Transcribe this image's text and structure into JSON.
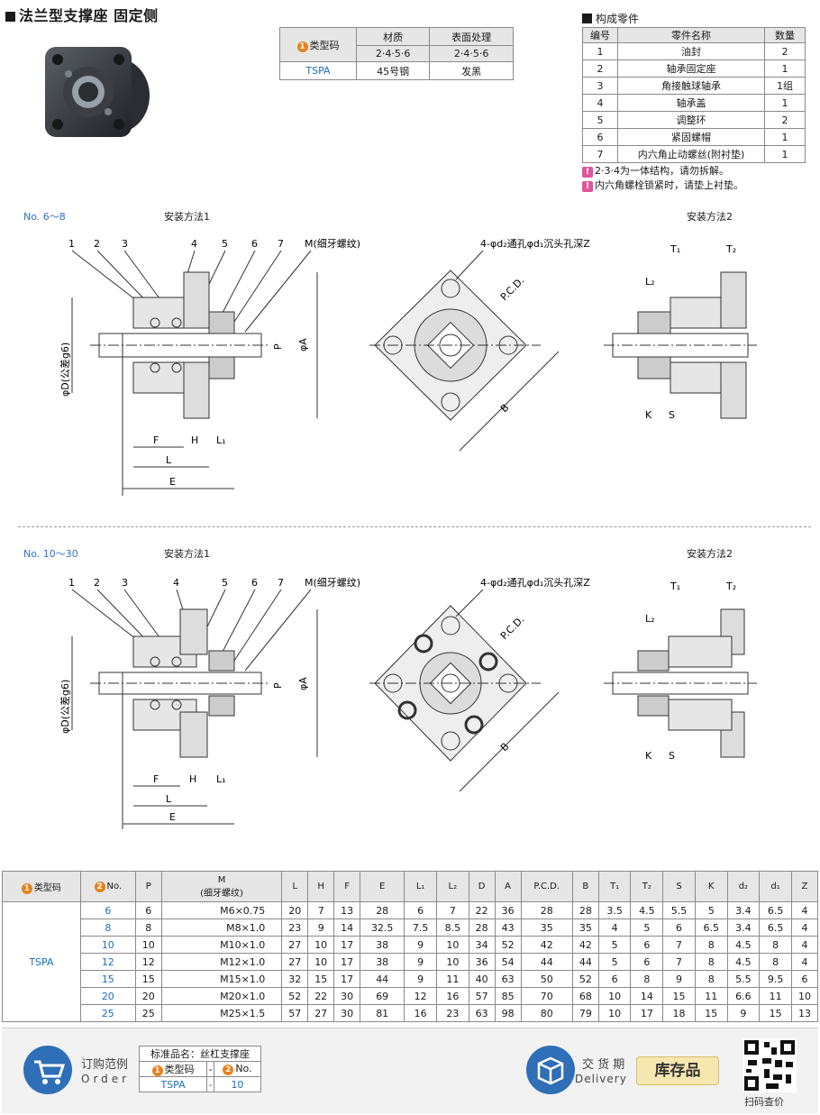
{
  "title": "法兰型支撑座 固定侧",
  "type_table": {
    "headers": [
      "类型码",
      "材质",
      "表面处理"
    ],
    "sub": [
      "",
      "2·4·5·6",
      "2·4·5·6"
    ],
    "row": [
      "TSPA",
      "45号钢",
      "发黑"
    ]
  },
  "parts": {
    "title": "构成零件",
    "headers": [
      "编号",
      "零件名称",
      "数量"
    ],
    "rows": [
      [
        "1",
        "油封",
        "2"
      ],
      [
        "2",
        "轴承固定座",
        "1"
      ],
      [
        "3",
        "角接触球轴承",
        "1组"
      ],
      [
        "4",
        "轴承盖",
        "1"
      ],
      [
        "5",
        "调整环",
        "2"
      ],
      [
        "6",
        "紧固螺帽",
        "1"
      ],
      [
        "7",
        "内六角止动螺丝(附衬垫)",
        "1"
      ]
    ],
    "notes": [
      "2·3·4为一体结构，请勿拆解。",
      "内六角螺栓锁紧时，请垫上衬垫。"
    ]
  },
  "drawing": {
    "sec1_range": "No. 6～8",
    "sec2_range": "No. 10～30",
    "method1": "安装方法1",
    "method2": "安装方法2",
    "callouts": [
      "1",
      "2",
      "3",
      "4",
      "5",
      "6",
      "7"
    ],
    "thread": "M(细牙螺纹)",
    "hole": "4-φd₂通孔φd₁沉头孔深Z",
    "pcd": "P.C.D.",
    "dims": {
      "D": "φD(公差g6)",
      "A": "φA",
      "P": "P",
      "B": "B",
      "F": "F",
      "H": "H",
      "L1": "L₁",
      "L": "L",
      "E": "E",
      "T1": "T₁",
      "T2": "T₂",
      "L2": "L₂",
      "K": "K",
      "S": "S"
    }
  },
  "spec_table": {
    "headers": [
      "类型码",
      "No.",
      "P",
      "M\n(细牙螺纹)",
      "L",
      "H",
      "F",
      "E",
      "L₁",
      "L₂",
      "D",
      "A",
      "P.C.D.",
      "B",
      "T₁",
      "T₂",
      "S",
      "K",
      "d₂",
      "d₁",
      "Z"
    ],
    "type": "TSPA",
    "rows": [
      [
        "6",
        "6",
        "M6×0.75",
        "20",
        "7",
        "13",
        "28",
        "6",
        "7",
        "22",
        "36",
        "28",
        "28",
        "3.5",
        "4.5",
        "5.5",
        "5",
        "3.4",
        "6.5",
        "4"
      ],
      [
        "8",
        "8",
        "M8×1.0",
        "23",
        "9",
        "14",
        "32.5",
        "7.5",
        "8.5",
        "28",
        "43",
        "35",
        "35",
        "4",
        "5",
        "6",
        "6.5",
        "3.4",
        "6.5",
        "4"
      ],
      [
        "10",
        "10",
        "M10×1.0",
        "27",
        "10",
        "17",
        "38",
        "9",
        "10",
        "34",
        "52",
        "42",
        "42",
        "5",
        "6",
        "7",
        "8",
        "4.5",
        "8",
        "4"
      ],
      [
        "12",
        "12",
        "M12×1.0",
        "27",
        "10",
        "17",
        "38",
        "9",
        "10",
        "36",
        "54",
        "44",
        "44",
        "5",
        "6",
        "7",
        "8",
        "4.5",
        "8",
        "4"
      ],
      [
        "15",
        "15",
        "M15×1.0",
        "32",
        "15",
        "17",
        "44",
        "9",
        "11",
        "40",
        "63",
        "50",
        "52",
        "6",
        "8",
        "9",
        "8",
        "5.5",
        "9.5",
        "6"
      ],
      [
        "20",
        "20",
        "M20×1.0",
        "52",
        "22",
        "30",
        "69",
        "12",
        "16",
        "57",
        "85",
        "70",
        "68",
        "10",
        "14",
        "15",
        "11",
        "6.6",
        "11",
        "10"
      ],
      [
        "25",
        "25",
        "M25×1.5",
        "57",
        "27",
        "30",
        "81",
        "16",
        "23",
        "63",
        "98",
        "80",
        "79",
        "10",
        "17",
        "18",
        "15",
        "9",
        "15",
        "13"
      ]
    ]
  },
  "footer": {
    "order_cn": "订购范例",
    "order_en": "Order",
    "std_name_label": "标准品名：丝杠支撑座",
    "order_headers": [
      "类型码",
      "-",
      "No."
    ],
    "order_values": [
      "TSPA",
      "-",
      "10"
    ],
    "delivery_cn": "交 货 期",
    "delivery_en": "Delivery",
    "stock": "库存品",
    "qr_label": "扫码查价"
  },
  "colors": {
    "accent": "#e8811a",
    "blue": "#1a6fbf",
    "warn": "#e0559b",
    "stock_bg": "#f6e7b0"
  }
}
